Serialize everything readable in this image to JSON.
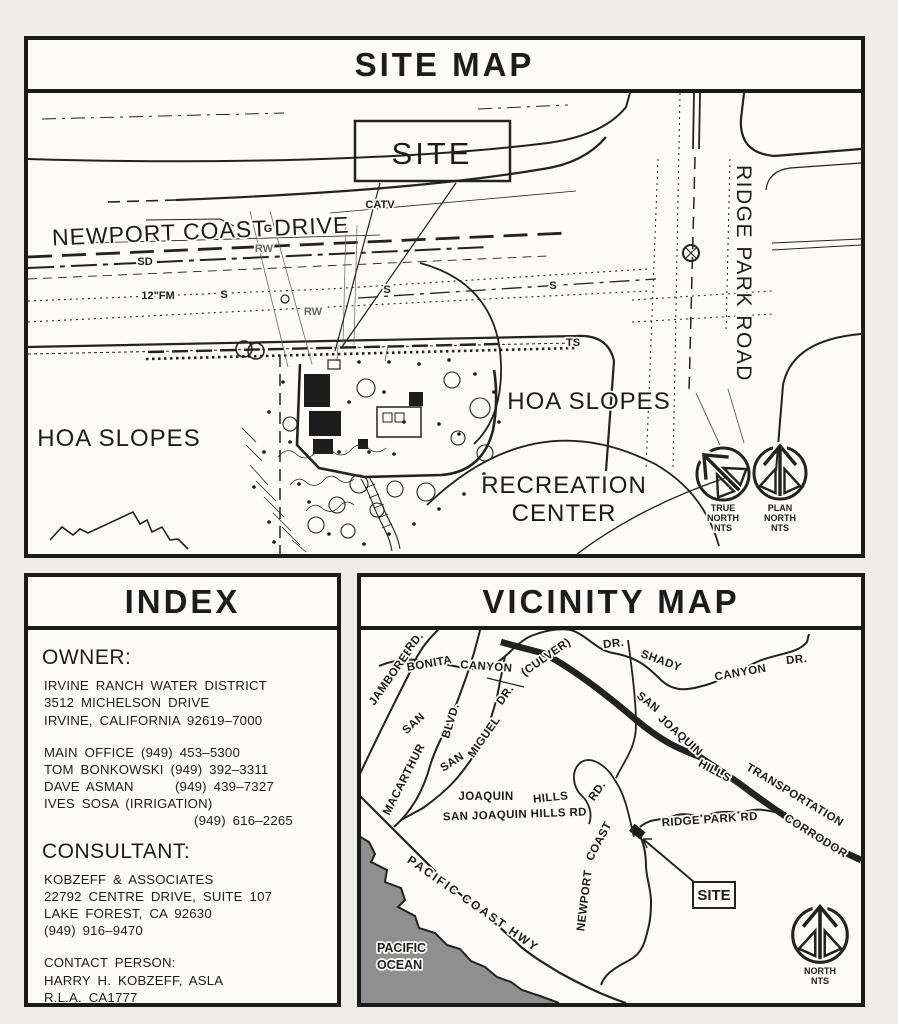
{
  "page": {
    "paper": "#fcfbf8",
    "ink": "#1c1c1c"
  },
  "site_map": {
    "title": "SITE MAP",
    "callout": "SITE",
    "road_newport": "NEWPORT COAST DRIVE",
    "road_ridge_park": "RIDGE PARK ROAD",
    "hoa_left": "HOA SLOPES",
    "hoa_right": "HOA SLOPES",
    "recreation_1": "RECREATION",
    "recreation_2": "CENTER",
    "util_catv": "CATV",
    "util_sd": "SD",
    "util_fm": "12\"FM",
    "util_s1": "S",
    "util_s2": "S",
    "util_s3": "S",
    "util_rw1": "RW",
    "util_rw2": "RW",
    "util_g": "G",
    "util_ts": "TS",
    "true_north": {
      "l1": "TRUE",
      "l2": "NORTH",
      "l3": "NTS"
    },
    "plan_north": {
      "l1": "PLAN",
      "l2": "NORTH",
      "l3": "NTS"
    }
  },
  "index": {
    "title": "INDEX",
    "owner_heading": "OWNER:",
    "owner_address": [
      "IRVINE RANCH WATER DISTRICT",
      "3512 MICHELSON DRIVE",
      "IRVINE, CALIFORNIA 92619–7000"
    ],
    "owner_phones": [
      "MAIN OFFICE (949) 453–5300",
      "TOM BONKOWSKI (949) 392–3311",
      "DAVE ASMAN      (949) 439–7327",
      "IVES SOSA (IRRIGATION)",
      "(949) 616–2265"
    ],
    "consultant_heading": "CONSULTANT:",
    "consultant_lines": [
      "KOBZEFF & ASSOCIATES",
      "22792 CENTRE DRIVE, SUITE 107",
      "LAKE FOREST, CA 92630",
      "(949) 916–9470"
    ],
    "contact_lines": [
      "CONTACT PERSON:",
      "HARRY H. KOBZEFF, ASLA",
      "R.L.A. CA1777"
    ]
  },
  "vicinity_map": {
    "title": "VICINITY MAP",
    "labels": {
      "jamboree": "JAMBOREE",
      "jamboree_rd": "RD.",
      "bonita": "BONITA",
      "canyon_1": "CANYON",
      "culver": "(CULVER)",
      "dr_1": "DR.",
      "shady": "SHADY",
      "canyon_2": "CANYON",
      "dr_2": "DR.",
      "san_1": "SAN",
      "blvd": "BLVD.",
      "macarthur": "MACARTHUR",
      "san_miguel_san": "SAN",
      "san_miguel_miguel": "MIGUEL",
      "san_miguel_dr": "DR.",
      "jh_joaquin": "JOAQUIN",
      "jh_hills": "HILLS",
      "jh_rd": "RD.",
      "san_joaquin_hills_rd": "SAN JOAQUIN HILLS RD",
      "sjh_san": "SAN",
      "sjh_joaquin": "JOAQUIN",
      "sjh_hills": "HILLS",
      "sjh_transportation": "TRANSPORTATION",
      "sjh_corrodor": "CORRODOR",
      "ridge_park_rd": "RIDGE PARK RD",
      "newport": "NEWPORT",
      "coast": "COAST",
      "pch": "PACIFIC COAST HWY",
      "pacific": "PACIFIC",
      "ocean": "OCEAN",
      "site": "SITE"
    },
    "north": {
      "l1": "NORTH",
      "l2": "NTS"
    },
    "ocean_color": "#8f8f8f"
  }
}
